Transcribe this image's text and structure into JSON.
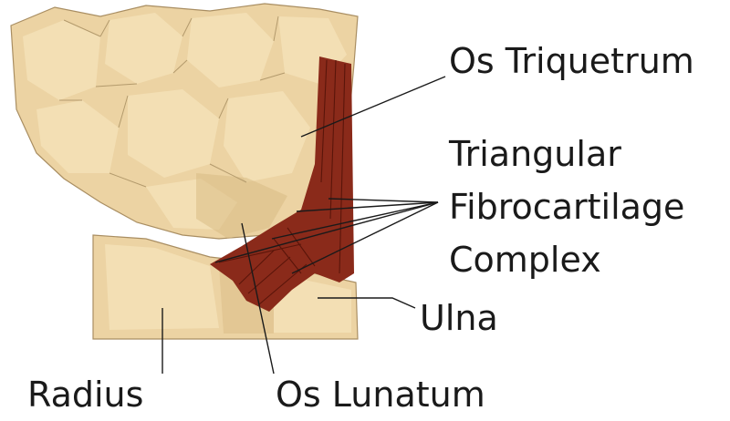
{
  "labels": {
    "triquetrum": "Os Triquetrum",
    "tfcc_line1": "Triangular",
    "tfcc_line2": "Fibrocartilage",
    "tfcc_line3": "Complex",
    "ulna": "Ulna",
    "radius": "Radius",
    "lunatum": "Os Lunatum"
  },
  "colors": {
    "bone": "#ecd3a3",
    "bone_outline": "#a98e62",
    "ligament": "#8a2a1a",
    "text": "#1a1a1a"
  }
}
